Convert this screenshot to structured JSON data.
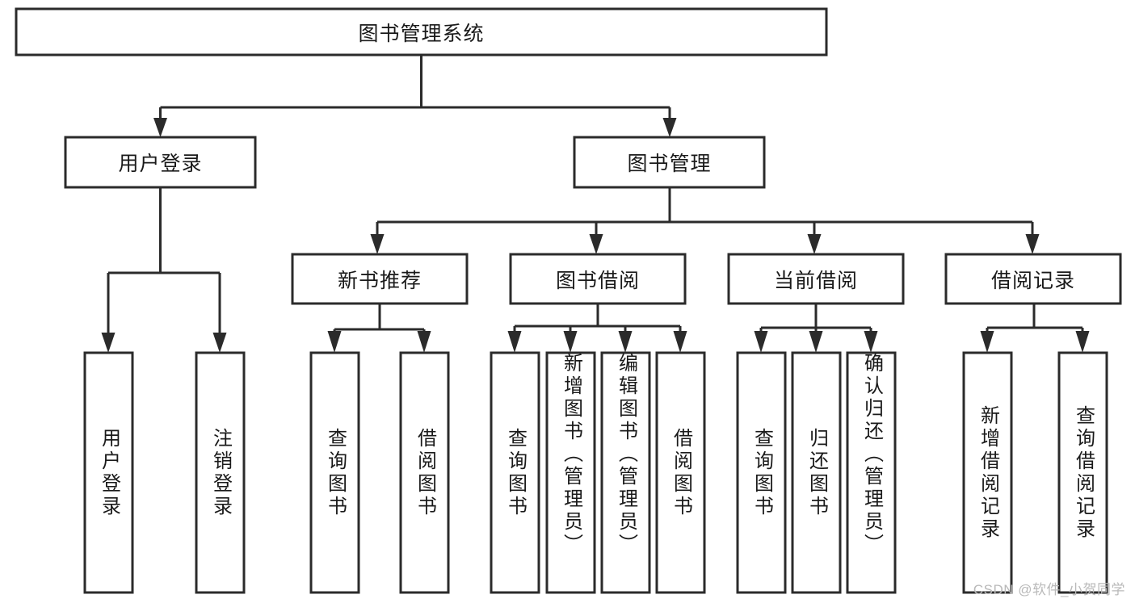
{
  "diagram": {
    "title_node": {
      "label": "图书管理系统"
    },
    "level1": [
      {
        "label": "用户登录"
      },
      {
        "label": "图书管理"
      }
    ],
    "level2": [
      {
        "label": "新书推荐"
      },
      {
        "label": "图书借阅"
      },
      {
        "label": "当前借阅"
      },
      {
        "label": "借阅记录"
      }
    ],
    "leaves": {
      "user_login": [
        {
          "label": "用户登录"
        },
        {
          "label": "注销登录"
        }
      ],
      "new_book_recommend": [
        {
          "label": "查询图书"
        },
        {
          "label": "借阅图书"
        }
      ],
      "book_borrow": [
        {
          "label": "查询图书"
        },
        {
          "label": "新增图书（管理员）"
        },
        {
          "label": "编辑图书（管理员）"
        },
        {
          "label": "借阅图书"
        }
      ],
      "current_borrow": [
        {
          "label": "查询图书"
        },
        {
          "label": "归还图书"
        },
        {
          "label": "确认归还（管理员）"
        }
      ],
      "borrow_record": [
        {
          "label": "新增借阅记录"
        },
        {
          "label": "查询借阅记录"
        }
      ]
    }
  },
  "watermark": {
    "text": "CSDN @软件_小贺同学"
  },
  "colors": {
    "stroke": "#2b2b2b",
    "fill": "#ffffff",
    "text": "#1a1a1a",
    "watermark": "#b9b9b9",
    "background": "#ffffff"
  }
}
